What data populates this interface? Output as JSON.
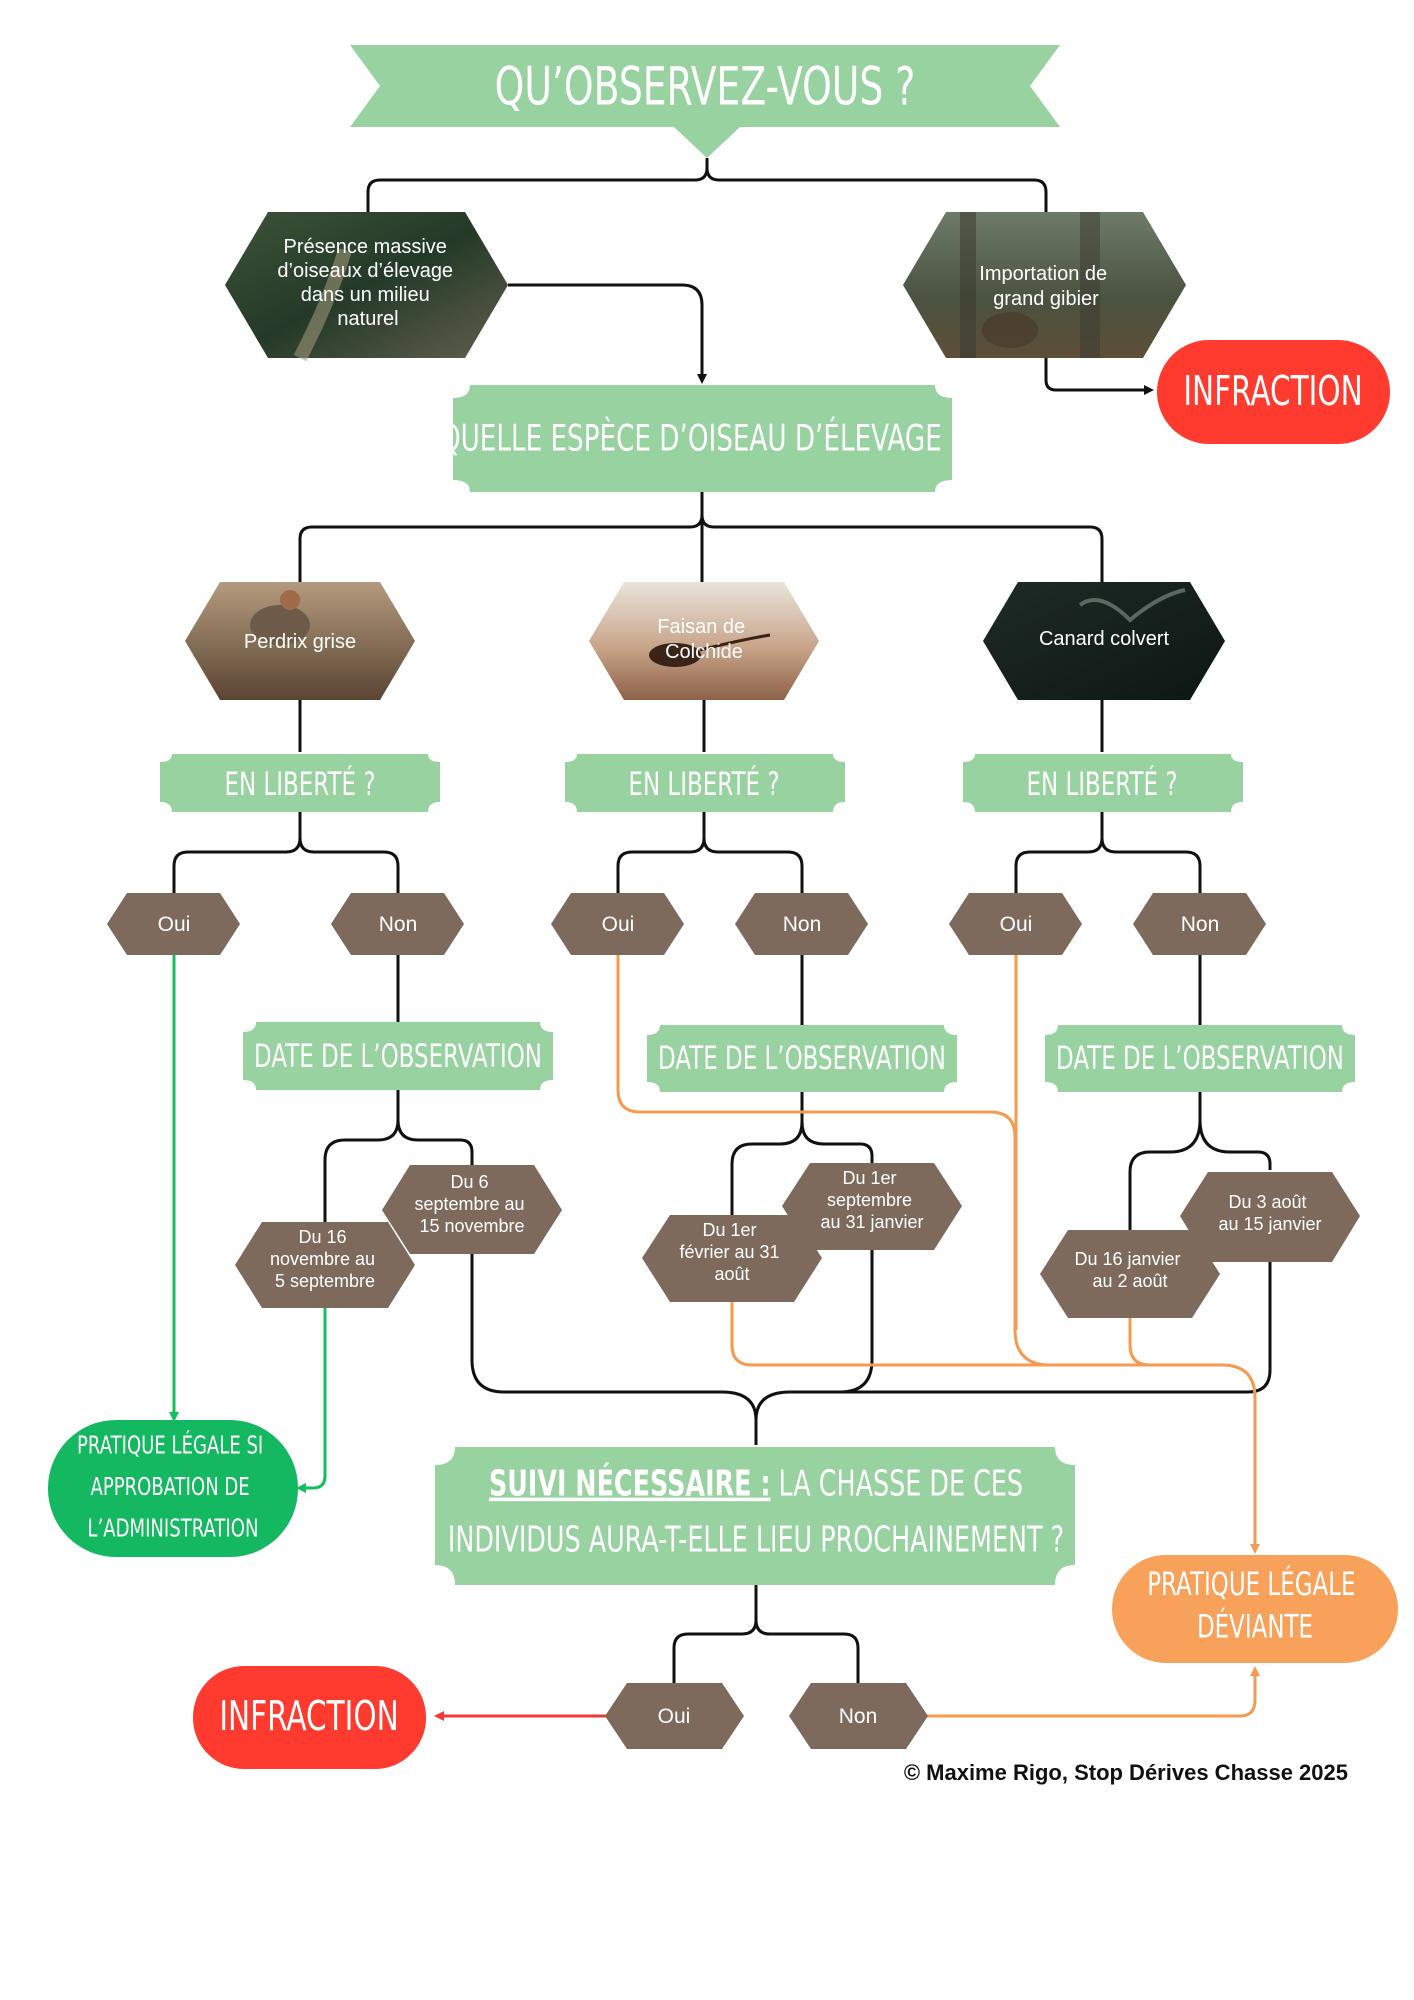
{
  "title": "QU’OBSERVEZ-VOUS ?",
  "colors": {
    "green_banner": "#98d2a0",
    "brown": "#7d6a5c",
    "red": "#ff3b30",
    "bright_green": "#14b860",
    "orange": "#f7a15a",
    "line_black": "#111111",
    "line_green": "#10c05a",
    "line_orange": "#f59a50",
    "line_red": "#ef3b3b"
  },
  "observations": [
    {
      "label": "Présence massive d’oiseaux d’élevage dans un milieu naturel",
      "lines": [
        "Présence massive",
        "d’oiseaux d’élevage",
        "dans un milieu",
        "naturel"
      ],
      "icon": "forest-path-photo"
    },
    {
      "label": "Importation de grand gibier",
      "lines": [
        "Importation de",
        "grand gibier"
      ],
      "icon": "deer-forest-photo"
    }
  ],
  "infraction_top": "INFRACTION",
  "species_question": "QUELLE ESPÈCE D’OISEAU D’ÉLEVAGE ?",
  "species": [
    {
      "label": "Perdrix grise",
      "lines": [
        "Perdrix grise"
      ],
      "icon": "partridge-photo"
    },
    {
      "label": "Faisan de Colchide",
      "lines": [
        "Faisan de",
        "Colchide"
      ],
      "icon": "pheasant-photo"
    },
    {
      "label": "Canard colvert",
      "lines": [
        "Canard colvert"
      ],
      "icon": "mallard-photo"
    }
  ],
  "liberty_question": "EN LIBERTÉ ?",
  "yes": "Oui",
  "no": "Non",
  "date_question": "DATE DE L’OBSERVATION",
  "date_ranges": [
    {
      "lines": [
        "Du 16",
        "novembre au",
        "5 septembre"
      ]
    },
    {
      "lines": [
        "Du 6",
        "septembre  au",
        "15 novembre"
      ]
    },
    {
      "lines": [
        "Du 1er",
        "février au 31",
        "août"
      ]
    },
    {
      "lines": [
        "Du 1er",
        "septembre",
        "au 31 janvier"
      ]
    },
    {
      "lines": [
        "Du 16 janvier",
        "au 2 août"
      ]
    },
    {
      "lines": [
        "Du 3 août",
        "au 15 janvier"
      ]
    }
  ],
  "outcome_legal_admin": [
    "PRATIQUE LÉGALE SI",
    "APPROBATION DE",
    "L’ADMINISTRATION"
  ],
  "followup": {
    "underlined": "SUIVI NÉCESSAIRE :",
    "rest": " LA CHASSE DE CES",
    "line2": "INDIVIDUS AURA-T-ELLE LIEU PROCHAINEMENT ?"
  },
  "outcome_deviant": [
    "PRATIQUE LÉGALE",
    "DÉVIANTE"
  ],
  "infraction_bottom": "INFRACTION",
  "credit": "© Maxime Rigo, Stop Dérives Chasse 2025"
}
